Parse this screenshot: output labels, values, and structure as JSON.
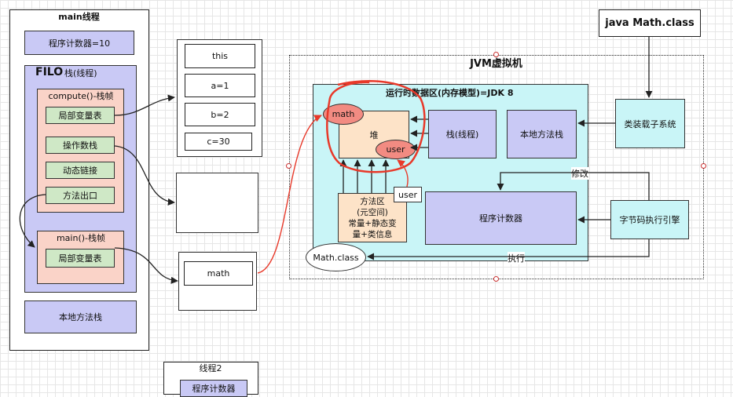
{
  "main_thread": {
    "title": "main线程",
    "program_counter": "程序计数器=10",
    "filo": "FILO",
    "stack_label": "栈(线程)",
    "compute_frame": {
      "title": "compute()-栈帧",
      "items": [
        "局部变量表",
        "操作数栈",
        "动态链接",
        "方法出口"
      ]
    },
    "main_frame": {
      "title": "main()-栈帧",
      "items": [
        "局部变量表"
      ]
    },
    "native_stack": "本地方法栈"
  },
  "locals": {
    "items": [
      "this",
      "a=1",
      "b=2",
      "c=30"
    ]
  },
  "main_locals": {
    "item": "math"
  },
  "thread2": {
    "title": "线程2",
    "program_counter": "程序计数器"
  },
  "class_file": "java Math.class",
  "jvm": {
    "title": "JVM虚拟机",
    "runtime_area": "运行时数据区(内存模型)=JDK 8",
    "heap": "堆",
    "heap_math": "math",
    "heap_user": "user",
    "stack": "栈(线程)",
    "native_stack": "本地方法栈",
    "method_area": "方法区\n(元空间)\n常量+静态变\n量+类信息",
    "user_label": "user",
    "program_counter": "程序计数器",
    "math_class": "Math.class",
    "class_loader": "类装载子系统",
    "bytecode_engine": "字节码执行引擎",
    "modify_label": "修改",
    "execute_label": "执行"
  },
  "colors": {
    "blue_fill": "#c9c9f5",
    "pink_fill": "#fad3c8",
    "green_fill": "#cfe8c6",
    "cyan_fill": "#c9f5f7",
    "peach_fill": "#fde3c8",
    "red_accent": "#e8392a",
    "red_ellipse": "#f28b82"
  }
}
